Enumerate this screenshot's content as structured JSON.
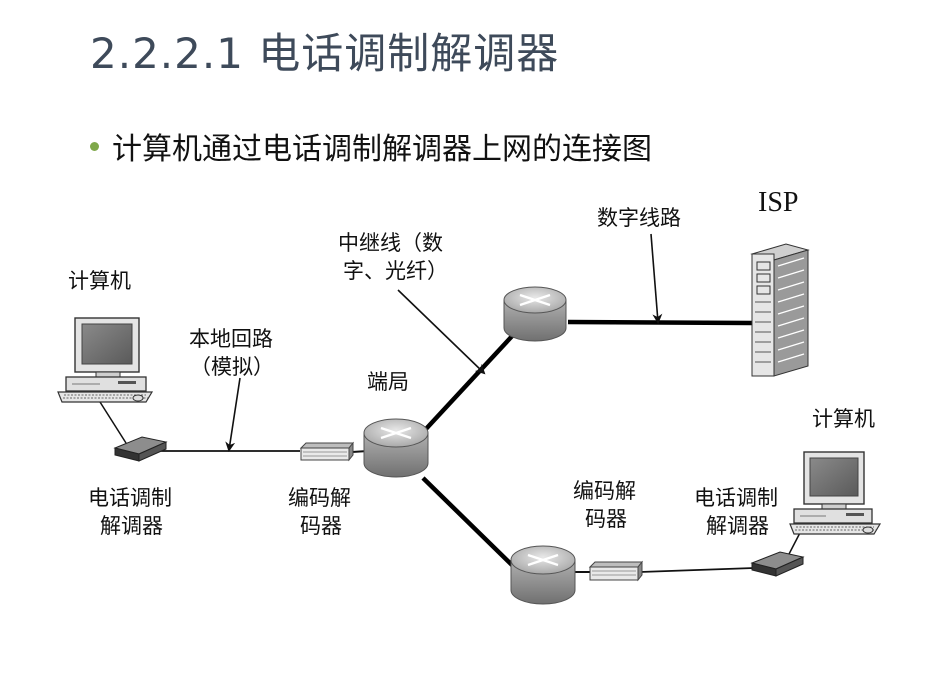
{
  "title": "2.2.2.1 电话调制解调器",
  "bullet": "计算机通过电话调制解调器上网的连接图",
  "labels": {
    "isp": "ISP",
    "digital_line": "数字线路",
    "trunk_line": [
      "中继线（数",
      "字、光纤）"
    ],
    "computer_left": "计算机",
    "local_loop": [
      "本地回路",
      "（模拟）"
    ],
    "end_office": "端局",
    "computer_right": "计算机",
    "modem_left": [
      "电话调制",
      "解调器"
    ],
    "codec_left": [
      "编码解",
      "码器"
    ],
    "codec_right": [
      "编码解",
      "码器"
    ],
    "modem_right": [
      "电话调制",
      "解调器"
    ]
  },
  "colors": {
    "title": "#3e4a5a",
    "bullet_dot": "#7fa84a",
    "line": "#111111"
  }
}
